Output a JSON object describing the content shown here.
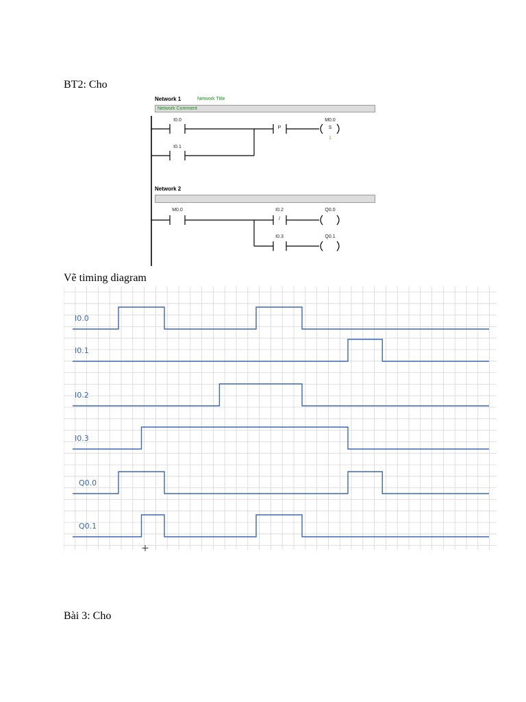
{
  "document": {
    "heading_bt2": "BT2: Cho",
    "heading_timing": "Vẽ timing diagram",
    "heading_bai3": "Bài 3: Cho"
  },
  "ladder": {
    "network1": {
      "title": "Network 1",
      "subtitle": "Network Title",
      "comment": "Network Comment",
      "contact_a": "I0.0",
      "contact_b": "I0.1",
      "edge_symbol": "P",
      "coil_address": "M0.0",
      "coil_symbol": "S",
      "coil_param": "1"
    },
    "network2": {
      "title": "Network 2",
      "contact_a": "M0.0",
      "contact_b": "I0.2",
      "contact_b_symbol": "/",
      "contact_c": "I0.3",
      "coil_a": "Q0.0",
      "coil_b": "Q0.1"
    }
  },
  "timing": {
    "colors": {
      "signal": "#3a66b0",
      "grid": "#d6d6d6",
      "label": "#3a66b0"
    },
    "signals": [
      {
        "name": "I0.0",
        "high": [
          [
            1,
            2
          ],
          [
            4,
            5
          ]
        ]
      },
      {
        "name": "I0.1",
        "high": [
          [
            6,
            6.75
          ]
        ]
      },
      {
        "name": "I0.2",
        "high": [
          [
            3.2,
            5
          ]
        ]
      },
      {
        "name": "I0.3",
        "high": [
          [
            1.5,
            6
          ]
        ]
      },
      {
        "name": "Q0.0",
        "high": [
          [
            1,
            2
          ],
          [
            6,
            6.75
          ]
        ]
      },
      {
        "name": "Q0.1",
        "high": [
          [
            1.5,
            2
          ],
          [
            4,
            5
          ]
        ]
      }
    ]
  }
}
